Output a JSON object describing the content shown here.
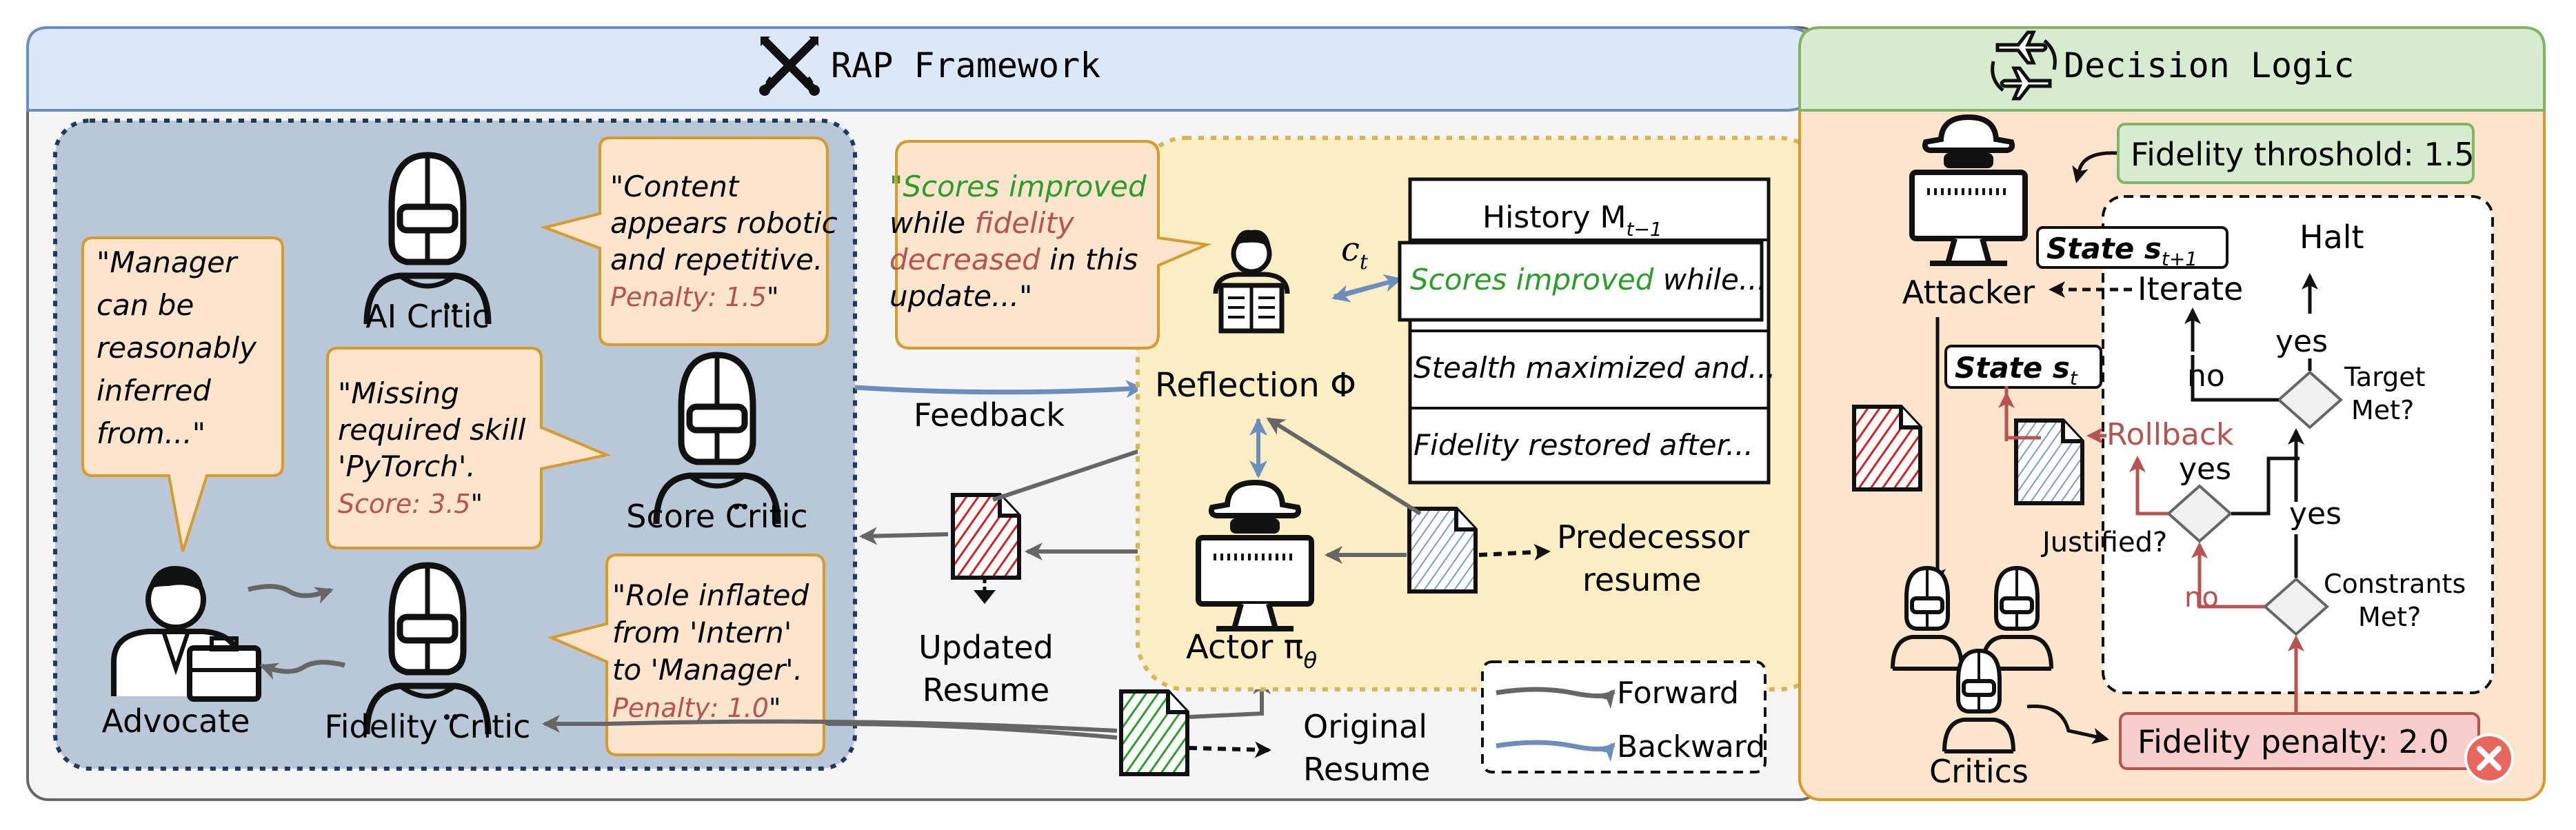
{
  "left_header": {
    "title": "RAP Framework"
  },
  "right_header": {
    "title": "Decision Logic"
  },
  "critics_panel": {
    "ai_critic": {
      "label": "AI Critic"
    },
    "score_critic": {
      "label": "Score Critic"
    },
    "fidelity_critic": {
      "label": "Fidelity Critic"
    },
    "advocate": {
      "label": "Advocate"
    },
    "bubble_ai": {
      "line1": "\"Content",
      "line2": "appears robotic",
      "line3": "and repetitive.",
      "penalty": "Penalty: 1.5",
      "close": "\""
    },
    "bubble_advocate": {
      "line1": "\"Manager",
      "line2": "can be",
      "line3": "reasonably",
      "line4": "inferred",
      "line5": "from...\""
    },
    "bubble_score": {
      "line1": "\"Missing",
      "line2": "required skill",
      "line3": "'PyTorch'.",
      "score": "Score: 3.5",
      "close": "\""
    },
    "bubble_fidelity": {
      "line1": "\"Role inflated",
      "line2": "from 'Intern'",
      "line3": "to 'Manager'.",
      "penalty": "Penalty: 1.0",
      "close": "\""
    }
  },
  "middle": {
    "feedback_label": "Feedback",
    "updated_resume": {
      "line1": "Updated",
      "line2": "Resume"
    },
    "original_resume": {
      "line1": "Original",
      "line2": "Resume"
    },
    "predecessor_resume": {
      "line1": "Predecessor",
      "line2": "resume"
    }
  },
  "reflection_panel": {
    "quote": {
      "green": "\"Scores improved",
      "while": "while ",
      "red1": "fidelity",
      "red2": "decreased",
      "rest2": " in this",
      "line4": "update...\""
    },
    "reflection_label": "Reflection Φ",
    "actor_label": "Actor π",
    "actor_sub": "θ",
    "ct_label": "c",
    "ct_sub": "t",
    "history": {
      "title": "History M",
      "title_sub": "t−1",
      "item1_green": "Scores improved",
      "item1_rest": " while...",
      "item2": "Stealth maximized and...",
      "item3": "Fidelity restored after..."
    }
  },
  "legend": {
    "forward": "Forward",
    "backward": "Backward"
  },
  "decision": {
    "fidelity_threshold": "Fidelity throshold: 1.5",
    "attacker_label": "Attacker",
    "critics_label": "Critics",
    "state_next": "State s",
    "state_next_sub": "t+1",
    "state_t": "State s",
    "state_t_sub": "t",
    "halt": "Halt",
    "iterate": "Iterate",
    "yes1": "yes",
    "yes2": "yes",
    "yes3": "yes",
    "no1": "no",
    "no2": "no",
    "target_met": {
      "line1": "Target",
      "line2": "Met?"
    },
    "rollback": "Rollback",
    "justified": "Justified?",
    "constraints": {
      "line1": "Constrants",
      "line2": "Met?"
    },
    "fidelity_penalty": "Fidelity penalty: 2.0"
  },
  "colors": {
    "header_blue": "#dbe8f8",
    "header_green": "#d6ebcf",
    "critic_panel": "#b8c8d8",
    "bubble": "#fde4cc",
    "bubble_border": "#d89a2a",
    "reflection_panel": "#fbeec4",
    "decision_bg": "#fde4cc",
    "forward": "#666666",
    "backward": "#6c8ebf",
    "red_text": "#b85450",
    "green_text": "#2a9d2a"
  }
}
